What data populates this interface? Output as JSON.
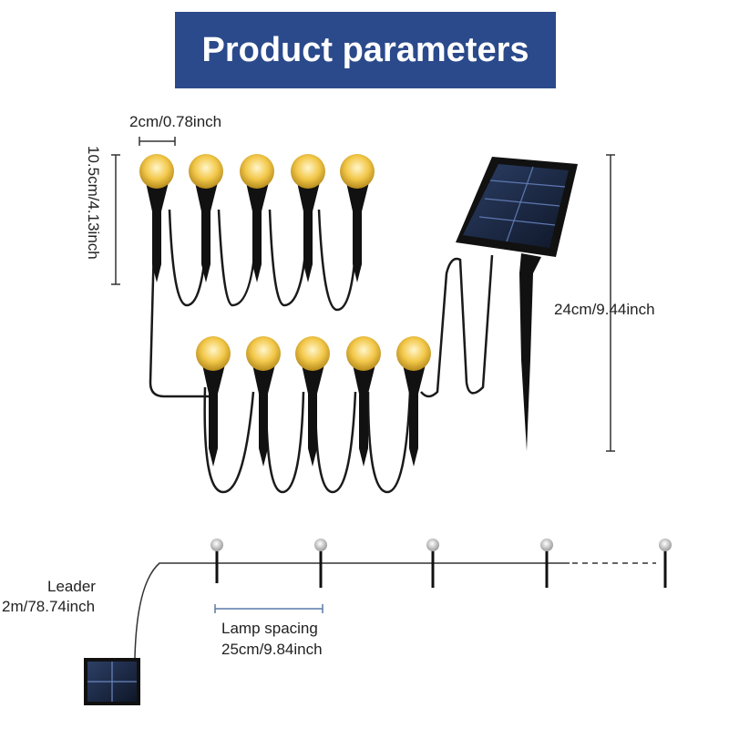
{
  "title": "Product parameters",
  "dimensions": {
    "bulb_diameter": "2cm/0.78inch",
    "stake_height": "10.5cm/4.13inch",
    "panel_stake_height": "24cm/9.44inch",
    "leader_label": "Leader",
    "leader_length": "2m/78.74inch",
    "spacing_label": "Lamp spacing",
    "spacing_value": "25cm/9.84inch"
  },
  "colors": {
    "banner": "#2b4a8b",
    "bulb": "#f3c84a",
    "wire": "#1a1a1a",
    "panel": "#1f2a44"
  }
}
